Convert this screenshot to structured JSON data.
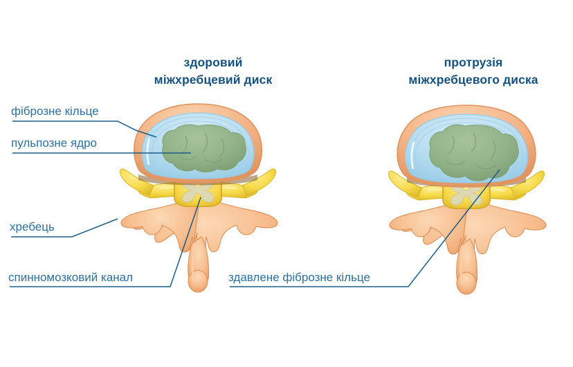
{
  "figure": {
    "language": "uk",
    "background_color": "#ffffff",
    "title_color": "#15527f",
    "label_color": "#2d6f9f",
    "leader_color": "#1d5b86"
  },
  "titles": {
    "left": "здоровий\nміжхребцевий диск",
    "right": "протрузія\nміжхребцевого диска"
  },
  "labels": {
    "annulus": "фіброзне кільце",
    "nucleus": "пульпозне ядро",
    "vertebra": "хребець",
    "canal": "спинномозковий канал",
    "compressed_annulus": "здавлене фіброзне кільце"
  },
  "anatomy_colors": {
    "endplate_orange": "#f3b183",
    "endplate_orange_dark": "#e39660",
    "annulus_blue": "#b6dcef",
    "annulus_blue_dark": "#8fc8e4",
    "nucleus_green": "#91b288",
    "nucleus_green_dark": "#7c9f74",
    "nerve_yellow": "#f6d93f",
    "nerve_yellow_dark": "#ddb92a",
    "bone_peach": "#f6bb8c",
    "bone_peach_dark": "#e49a63",
    "cord_gray": "#ded9b0",
    "shadow_brown": "#8a5f2d"
  }
}
